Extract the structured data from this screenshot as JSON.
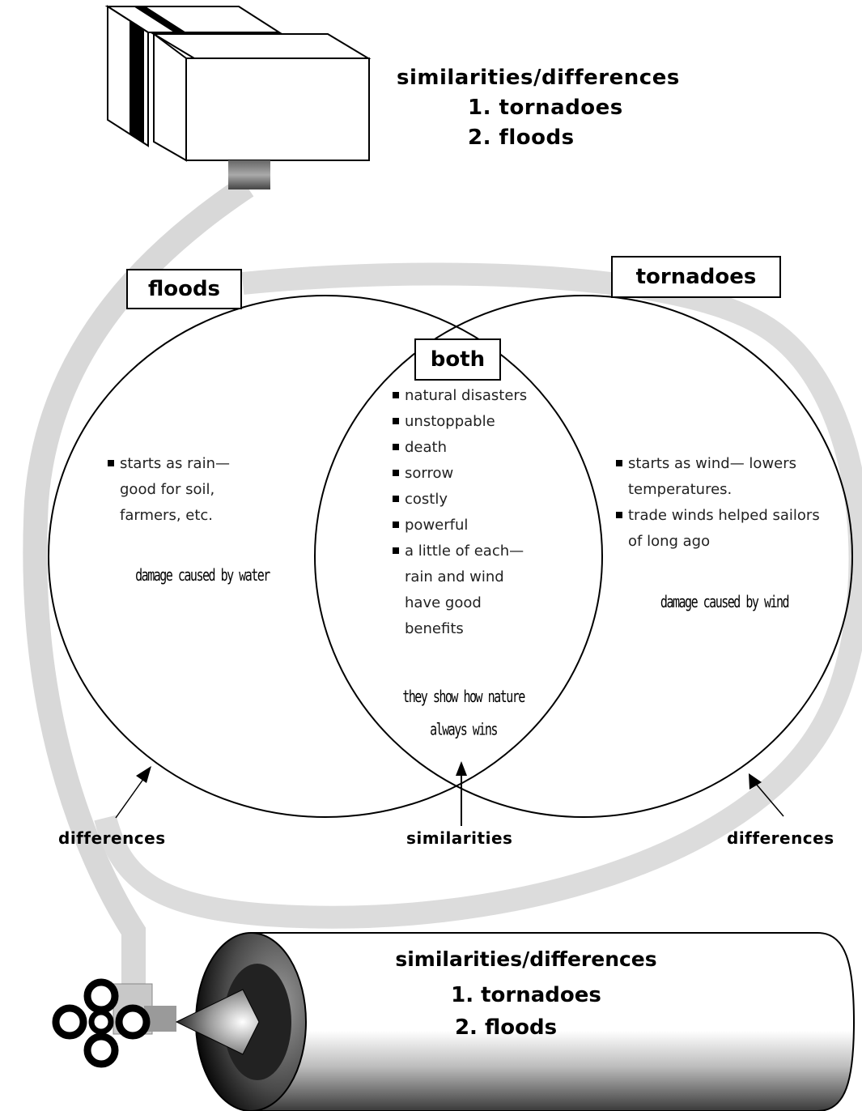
{
  "top_title": {
    "heading": "similarities/differences",
    "item_1": "1. tornadoes",
    "item_2": "2. floods"
  },
  "venn": {
    "left": {
      "label": "floods",
      "bullets": [
        "starts as rain— good for soil, farmers, etc."
      ],
      "note": "damage caused by water"
    },
    "right": {
      "label": "tornadoes",
      "bullets": [
        "starts as wind— lowers temperatures.",
        "trade winds helped sailors of long ago"
      ],
      "note": "damage caused by wind"
    },
    "center": {
      "label": "both",
      "bullets": [
        "natural disasters",
        "unstoppable",
        "death",
        "sorrow",
        "costly",
        "powerful",
        "a little of each— rain and wind have good benefits"
      ],
      "note": "they show how nature always wins"
    }
  },
  "captions": {
    "left": "differences",
    "center": "similarities",
    "right": "differences"
  },
  "bottom_title": {
    "heading": "similarities/differences",
    "item_1": "1. tornadoes",
    "item_2": "2. floods"
  }
}
